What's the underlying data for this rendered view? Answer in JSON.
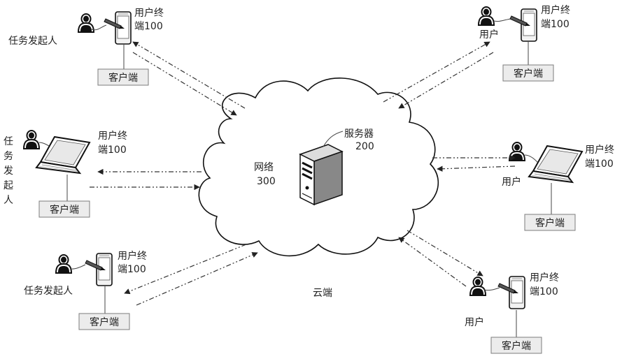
{
  "labels": {
    "client": "客户端",
    "user_terminal": "用户终端100",
    "task_initiator": "任务发起人",
    "user": "用户",
    "network": "网络300",
    "server": "服务器200",
    "cloud": "云端"
  },
  "nodes": [
    {
      "id": "top-left",
      "device": "phone",
      "person_label": "任务发起人"
    },
    {
      "id": "mid-left",
      "device": "laptop",
      "person_label": "任务发起人"
    },
    {
      "id": "bottom-left",
      "device": "phone",
      "person_label": "任务发起人"
    },
    {
      "id": "top-right",
      "device": "phone",
      "person_label": "用户"
    },
    {
      "id": "mid-right",
      "device": "laptop",
      "person_label": "用户"
    },
    {
      "id": "bottom-right",
      "device": "phone",
      "person_label": "用户"
    }
  ],
  "icons": {
    "person": "person-icon",
    "phone": "phone-icon",
    "laptop": "laptop-icon",
    "server": "server-icon",
    "cloud": "cloud-shape"
  }
}
